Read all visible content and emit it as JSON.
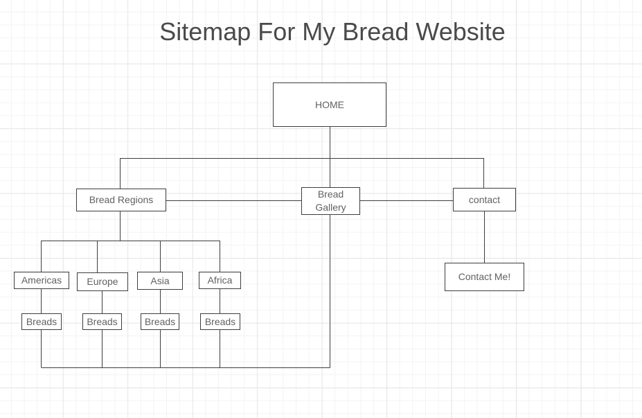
{
  "canvas": {
    "title": "Sitemap For My Bread Website"
  },
  "diagram": {
    "type": "sitemap-flowchart",
    "nodes": {
      "home": {
        "label": "HOME"
      },
      "bread_regions": {
        "label": "Bread Regions"
      },
      "bread_gallery": {
        "label": "Bread Gallery"
      },
      "contact": {
        "label": "contact"
      },
      "americas": {
        "label": "Americas"
      },
      "europe": {
        "label": "Europe"
      },
      "asia": {
        "label": "Asia"
      },
      "africa": {
        "label": "Africa"
      },
      "breads_americas": {
        "label": "Breads"
      },
      "breads_europe": {
        "label": "Breads"
      },
      "breads_asia": {
        "label": "Breads"
      },
      "breads_africa": {
        "label": "Breads"
      },
      "contact_me": {
        "label": "Contact Me!"
      }
    },
    "edges": [
      {
        "from": "HOME",
        "to": "Bread Regions"
      },
      {
        "from": "HOME",
        "to": "Bread Gallery"
      },
      {
        "from": "HOME",
        "to": "contact"
      },
      {
        "from": "Bread Regions",
        "to": "Bread Gallery"
      },
      {
        "from": "Bread Gallery",
        "to": "contact"
      },
      {
        "from": "Bread Regions",
        "to": "Americas"
      },
      {
        "from": "Bread Regions",
        "to": "Europe"
      },
      {
        "from": "Bread Regions",
        "to": "Asia"
      },
      {
        "from": "Bread Regions",
        "to": "Africa"
      },
      {
        "from": "Americas",
        "to": "Breads"
      },
      {
        "from": "Europe",
        "to": "Breads"
      },
      {
        "from": "Asia",
        "to": "Breads"
      },
      {
        "from": "Africa",
        "to": "Breads"
      },
      {
        "from": "Breads (all four)",
        "to": "Bread Gallery"
      },
      {
        "from": "contact",
        "to": "Contact Me!"
      }
    ]
  },
  "colors": {
    "canvas_bg": "#ffffff",
    "grid_minor": "#f3f3f6",
    "grid_major": "#e6e6ea",
    "node_fill": "#ffffff",
    "node_border": "#3d3d3d",
    "connector": "#3d3d3d",
    "label_text": "#616161",
    "title_text": "#4a4a4a"
  }
}
